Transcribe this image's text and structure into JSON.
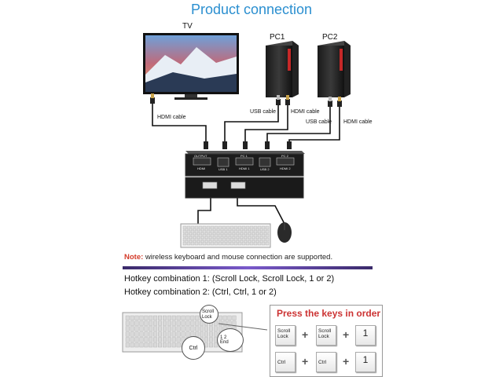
{
  "title": "Product connection",
  "devices": {
    "tv": "TV",
    "pc1": "PC1",
    "pc2": "PC2"
  },
  "cables": {
    "hdmi_left": "HDMI cable",
    "usb_pc1": "USB cable",
    "hdmi_pc1": "HDMI cable",
    "usb_pc2": "USB cable",
    "hdmi_pc2": "HDMI cable"
  },
  "switch_ports": {
    "output": "OUTPUT",
    "hdmi": "HDMI",
    "usb1": "USB 1",
    "pc1": "PC 1",
    "hdmi_1": "HDMI 1",
    "usb2": "USB 2",
    "pc2": "PC 2",
    "hdmi_2": "HDMI 2"
  },
  "note": {
    "keyword": "Note:",
    "text": " wireless keyboard and mouse connection are supported."
  },
  "hotkeys": {
    "combo1": "Hotkey combination 1: (Scroll Lock, Scroll Lock, 1 or 2)",
    "combo2": "Hotkey combination 2: (Ctrl, Ctrl, 1 or 2)"
  },
  "callouts": {
    "scroll_lock": "Scroll Lock",
    "ctrl": "Ctrl",
    "num1": "1",
    "num1_sub": "End",
    "num2": "2"
  },
  "press": {
    "title": "Press the keys in order",
    "row1": [
      "Scroll Lock",
      "Scroll Lock",
      "1"
    ],
    "row2": [
      "Ctrl",
      "Ctrl",
      "1"
    ],
    "plus": "+"
  }
}
